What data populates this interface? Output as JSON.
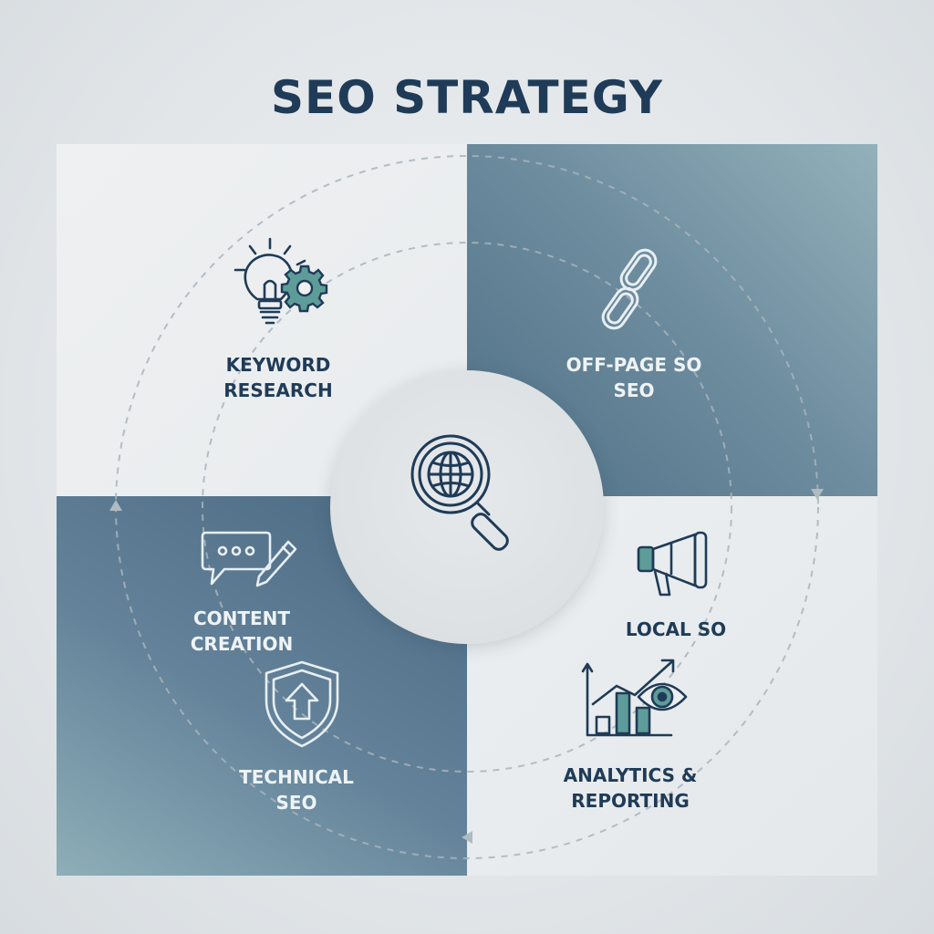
{
  "title": "SEO STRATEGY",
  "center": {
    "icon": "globe-magnifier-icon"
  },
  "sections": [
    {
      "id": "keyword-research",
      "lines": [
        "KEYWORD",
        "RESEARCH"
      ],
      "icon": "lightbulb-gear-icon"
    },
    {
      "id": "off-page-seo",
      "lines": [
        "OFF-PAGE SO",
        "SEO"
      ],
      "icon": "chain-link-icon"
    },
    {
      "id": "content-creation",
      "lines": [
        "CONTENT",
        "CREATION"
      ],
      "icon": "chat-pencil-icon"
    },
    {
      "id": "local-seo",
      "lines": [
        "LOCAL SO"
      ],
      "icon": "megaphone-icon"
    },
    {
      "id": "technical-seo",
      "lines": [
        "TECHNICAL",
        "SEO"
      ],
      "icon": "shield-arrow-icon"
    },
    {
      "id": "analytics-reporting",
      "lines": [
        "ANALYTICS &",
        "REPORTING"
      ],
      "icon": "chart-eye-icon"
    }
  ],
  "colors": {
    "title": "#1f3b57",
    "icon_dark": "#1f3b57",
    "icon_light": "#e8eff3",
    "accent_teal": "#5e9c9a",
    "quadrant_dark": "#5a7a91",
    "quadrant_light": "#eceff1"
  }
}
